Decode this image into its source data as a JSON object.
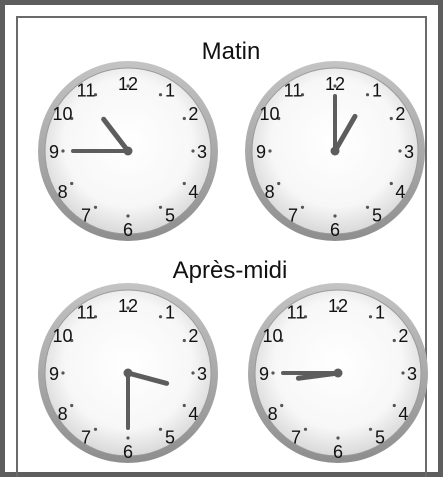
{
  "sections": [
    {
      "title": "Matin",
      "clocks": [
        {
          "hour": 10,
          "minute": 45
        },
        {
          "hour": 1,
          "minute": 0
        }
      ]
    },
    {
      "title": "Après-midi",
      "clocks": [
        {
          "hour": 3,
          "minute": 30
        },
        {
          "hour": 8,
          "minute": 45
        }
      ]
    }
  ],
  "dial_numbers": [
    "12",
    "1",
    "2",
    "3",
    "4",
    "5",
    "6",
    "7",
    "8",
    "9",
    "10",
    "11"
  ],
  "colors": {
    "outer_frame": "#5e5e5e",
    "inner_border": "#6a6a6a",
    "bezel": "#a9a9a9",
    "hands": "#5d5d5d",
    "text": "#111111"
  }
}
